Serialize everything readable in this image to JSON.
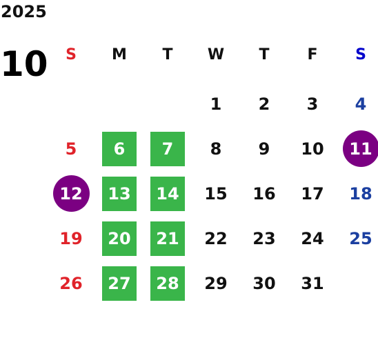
{
  "calendar": {
    "year": "2025",
    "month": "10",
    "colors": {
      "sunday": "#e0232a",
      "saturday_header": "#0000cc",
      "saturday": "#1b3fa0",
      "weekday": "#111111",
      "green_highlight": "#3ab54a",
      "purple_highlight": "#7b0082"
    },
    "weekdays": [
      {
        "label": "S",
        "color": "#e0232a"
      },
      {
        "label": "M",
        "color": "#111111"
      },
      {
        "label": "T",
        "color": "#111111"
      },
      {
        "label": "W",
        "color": "#111111"
      },
      {
        "label": "T",
        "color": "#111111"
      },
      {
        "label": "F",
        "color": "#111111"
      },
      {
        "label": "S",
        "color": "#0000cc"
      }
    ],
    "weeks": [
      [
        {
          "day": ""
        },
        {
          "day": ""
        },
        {
          "day": ""
        },
        {
          "day": "1"
        },
        {
          "day": "2"
        },
        {
          "day": "3"
        },
        {
          "day": "4"
        }
      ],
      [
        {
          "day": "5"
        },
        {
          "day": "6",
          "highlight": "green"
        },
        {
          "day": "7",
          "highlight": "green"
        },
        {
          "day": "8"
        },
        {
          "day": "9"
        },
        {
          "day": "10"
        },
        {
          "day": "11",
          "highlight": "purple"
        }
      ],
      [
        {
          "day": "12",
          "highlight": "purple"
        },
        {
          "day": "13",
          "highlight": "green"
        },
        {
          "day": "14",
          "highlight": "green"
        },
        {
          "day": "15"
        },
        {
          "day": "16"
        },
        {
          "day": "17"
        },
        {
          "day": "18"
        }
      ],
      [
        {
          "day": "19"
        },
        {
          "day": "20",
          "highlight": "green"
        },
        {
          "day": "21",
          "highlight": "green"
        },
        {
          "day": "22"
        },
        {
          "day": "23"
        },
        {
          "day": "24"
        },
        {
          "day": "25"
        }
      ],
      [
        {
          "day": "26"
        },
        {
          "day": "27",
          "highlight": "green"
        },
        {
          "day": "28",
          "highlight": "green"
        },
        {
          "day": "29"
        },
        {
          "day": "30"
        },
        {
          "day": "31"
        },
        {
          "day": ""
        }
      ]
    ]
  }
}
